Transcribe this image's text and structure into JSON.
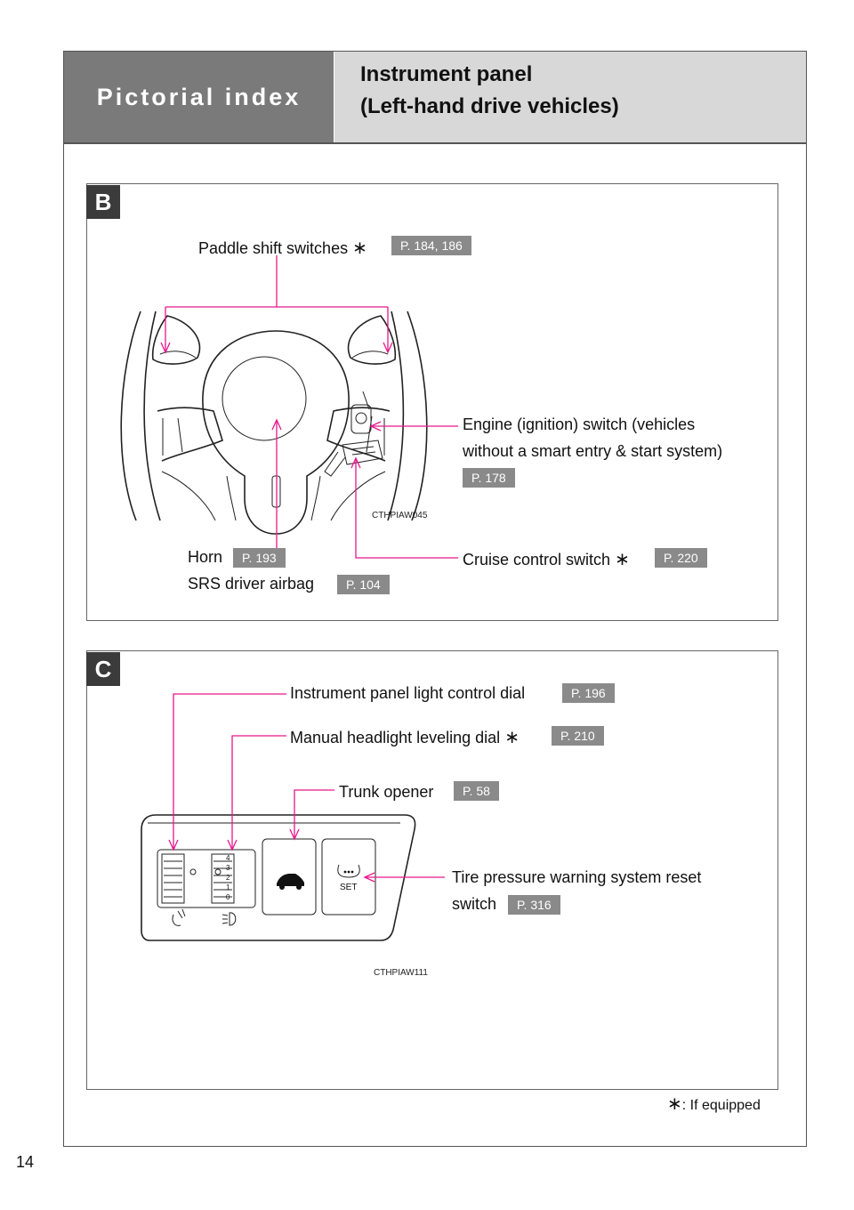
{
  "header": {
    "section": "Pictorial index",
    "title_line1": "Instrument panel",
    "title_line2": "(Left-hand drive vehicles)"
  },
  "panel_b": {
    "badge": "B",
    "image_code": "CTHPIAW045",
    "labels": {
      "paddle": {
        "text": "Paddle shift switches",
        "star": "∗",
        "ref": "P. 184, 186"
      },
      "engine": {
        "line1": "Engine (ignition) switch (vehicles",
        "line2": "without a smart entry & start system)",
        "ref": "P. 178"
      },
      "horn": {
        "text": "Horn",
        "ref": "P. 193"
      },
      "airbag": {
        "text": "SRS driver airbag",
        "ref": "P. 104"
      },
      "cruise": {
        "text": "Cruise control switch",
        "star": "∗",
        "ref": "P. 220"
      }
    }
  },
  "panel_c": {
    "badge": "C",
    "image_code": "CTHPIAW111",
    "set_text": "SET",
    "dial_numbers": [
      "4",
      "3",
      "2",
      "1",
      "0"
    ],
    "labels": {
      "light_dial": {
        "text": "Instrument panel light control dial",
        "ref": "P. 196"
      },
      "headlight": {
        "text": "Manual headlight leveling dial",
        "star": "∗",
        "ref": "P. 210"
      },
      "trunk": {
        "text": "Trunk opener",
        "ref": "P. 58"
      },
      "tire_line1": "Tire pressure warning system reset",
      "tire_line2": "switch",
      "tire_ref": "P. 316"
    }
  },
  "footnote": {
    "star": "∗",
    "text": ": If equipped"
  },
  "page_number": "14",
  "colors": {
    "leader": "#e8188c",
    "header_dark": "#7a7a7a",
    "header_light": "#d8d8d8",
    "ref_badge": "#8a8a8a",
    "section_badge": "#3b3b3b"
  }
}
